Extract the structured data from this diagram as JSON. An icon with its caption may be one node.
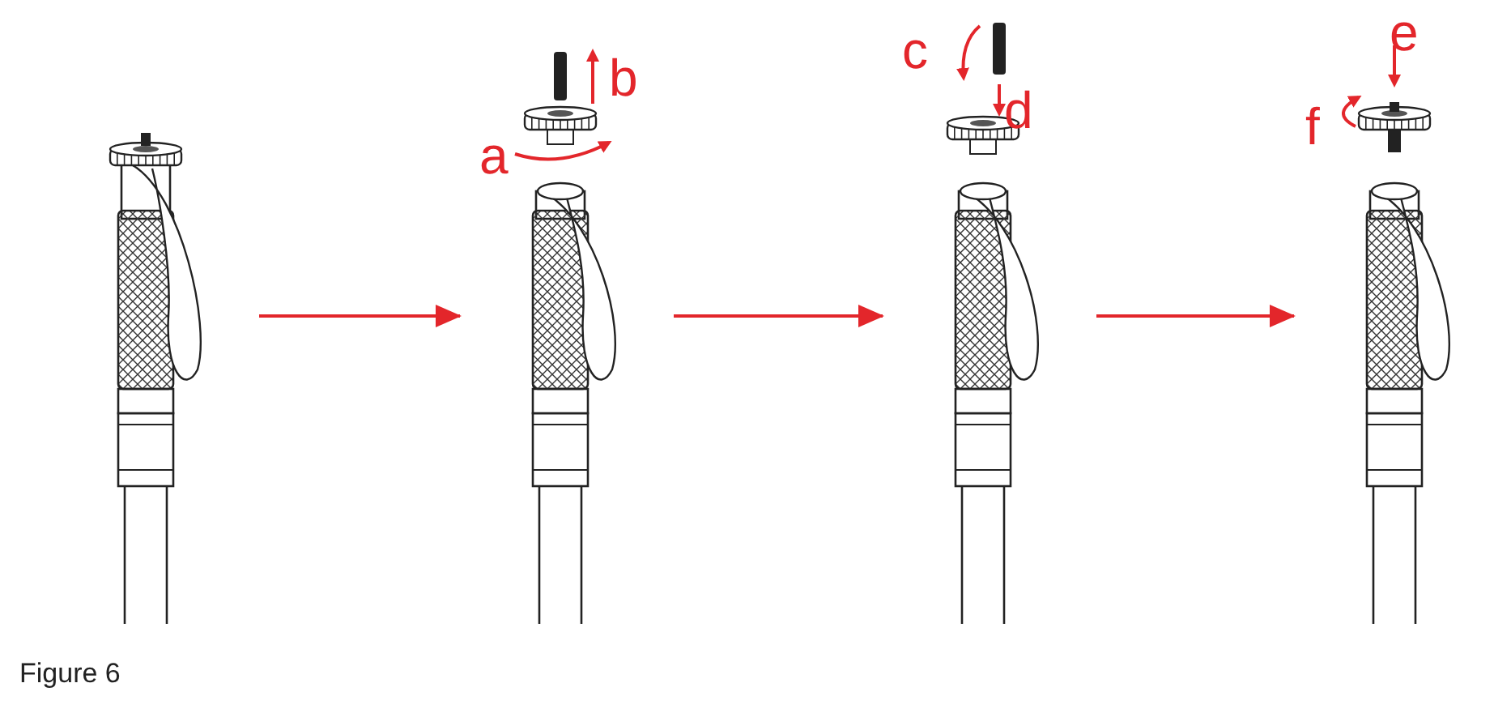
{
  "diagram": {
    "caption": "Figure 6",
    "nodes": [
      {
        "text": [],
        "shape": "picture"
      },
      {
        "text": [],
        "shape": "picture"
      },
      {
        "text": [],
        "shape": "picture"
      },
      {
        "text": [],
        "shape": "picture"
      }
    ],
    "edges": [
      {
        "from": 0,
        "to": 1,
        "arrow": "to"
      },
      {
        "from": 1,
        "to": 2,
        "arrow": "to"
      },
      {
        "from": 2,
        "to": 3,
        "arrow": "to"
      }
    ],
    "labels": [
      "a",
      "b",
      "c",
      "d",
      "e",
      "f"
    ]
  }
}
